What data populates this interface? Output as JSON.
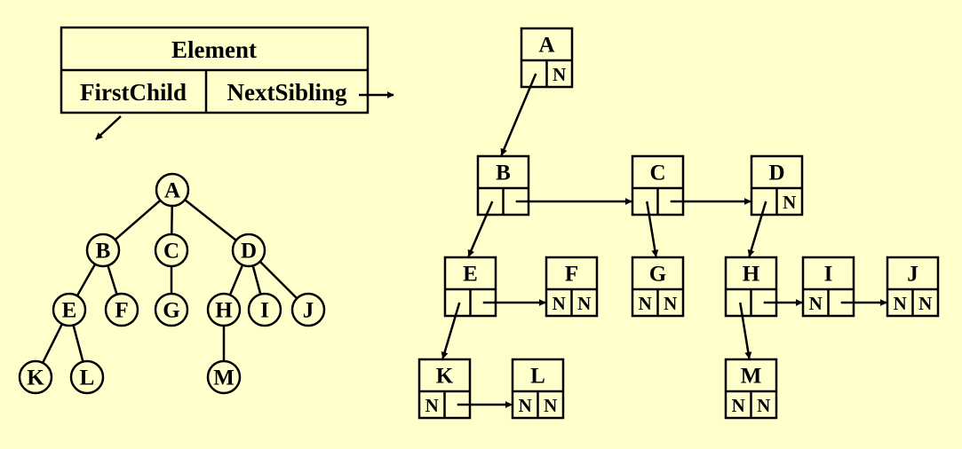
{
  "legend": {
    "title": "Element",
    "first_child": "FirstChild",
    "next_sibling": "NextSibling"
  },
  "null_marker": "N",
  "colors": {
    "background": "#FFFFCC",
    "ink": "#000000"
  },
  "tree": {
    "nodes": [
      "A",
      "B",
      "C",
      "D",
      "E",
      "F",
      "G",
      "H",
      "I",
      "J",
      "K",
      "L",
      "M"
    ],
    "edges": [
      [
        "A",
        "B"
      ],
      [
        "A",
        "C"
      ],
      [
        "A",
        "D"
      ],
      [
        "B",
        "E"
      ],
      [
        "B",
        "F"
      ],
      [
        "C",
        "G"
      ],
      [
        "D",
        "H"
      ],
      [
        "D",
        "I"
      ],
      [
        "D",
        "J"
      ],
      [
        "E",
        "K"
      ],
      [
        "E",
        "L"
      ],
      [
        "H",
        "M"
      ]
    ]
  },
  "representation": {
    "nodes": [
      {
        "label": "A",
        "first_child": "B",
        "next_sibling": null
      },
      {
        "label": "B",
        "first_child": "E",
        "next_sibling": "C"
      },
      {
        "label": "C",
        "first_child": "G",
        "next_sibling": "D"
      },
      {
        "label": "D",
        "first_child": "H",
        "next_sibling": null
      },
      {
        "label": "E",
        "first_child": "K",
        "next_sibling": "F"
      },
      {
        "label": "F",
        "first_child": null,
        "next_sibling": null
      },
      {
        "label": "G",
        "first_child": null,
        "next_sibling": null
      },
      {
        "label": "H",
        "first_child": "M",
        "next_sibling": "I"
      },
      {
        "label": "I",
        "first_child": null,
        "next_sibling": "J"
      },
      {
        "label": "J",
        "first_child": null,
        "next_sibling": null
      },
      {
        "label": "K",
        "first_child": null,
        "next_sibling": "L"
      },
      {
        "label": "L",
        "first_child": null,
        "next_sibling": null
      },
      {
        "label": "M",
        "first_child": null,
        "next_sibling": null
      }
    ]
  }
}
